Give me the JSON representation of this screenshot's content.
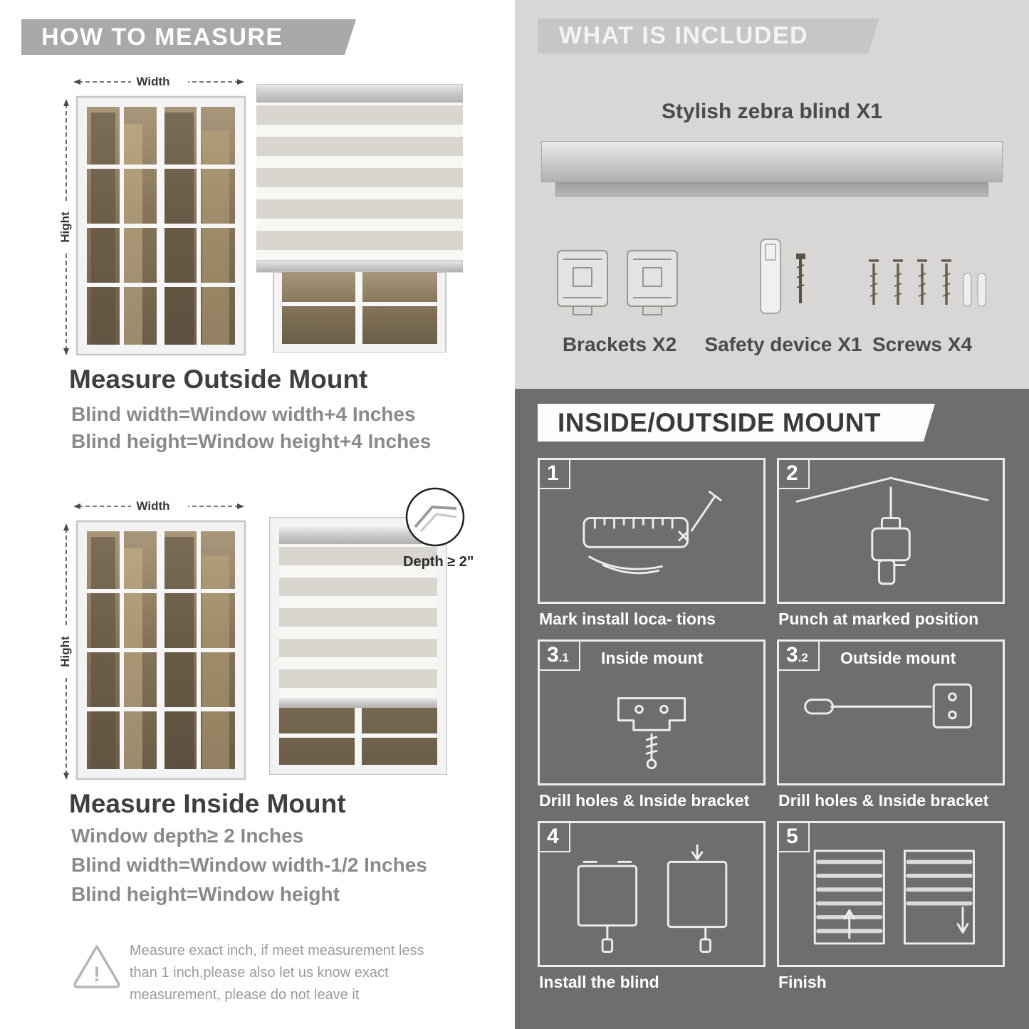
{
  "colors": {
    "howto_banner_bg": "#a9a9a9",
    "included_section_bg": "#d8d7d5",
    "included_banner_bg": "#c7c6c4",
    "dark_section_bg": "#6e6e6e",
    "heading_text": "#3f3f3f",
    "formula_text": "#8a8a8a"
  },
  "measure": {
    "banner": "HOW TO MEASURE",
    "width_label": "Width",
    "height_label": "Hight",
    "outside": {
      "heading": "Measure Outside Mount",
      "lines": [
        "Blind width=Window width+4 Inches",
        "Blind height=Window height+4 Inches"
      ]
    },
    "inside": {
      "heading": "Measure Inside Mount",
      "depth_callout": "Depth ≥ 2\"",
      "lines": [
        "Window depth≥ 2 Inches",
        "Blind width=Window width-1/2 Inches",
        "Blind height=Window height"
      ]
    },
    "warning": {
      "icon": "!",
      "text": "Measure exact inch, if meet measurement less than 1 inch,please also let us know exact measurement, please do not leave it"
    }
  },
  "included": {
    "banner": "WHAT IS INCLUDED",
    "blind_label": "Stylish zebra blind X1",
    "parts": [
      {
        "label": "Brackets X2"
      },
      {
        "label": "Safety device X1"
      },
      {
        "label": "Screws X4"
      }
    ]
  },
  "mount": {
    "banner": "INSIDE/OUTSIDE MOUNT",
    "steps": [
      {
        "num": "1",
        "caption": "Mark install loca- tions"
      },
      {
        "num": "2",
        "caption": "Punch at marked position"
      },
      {
        "num": "3",
        "sub": ".1",
        "title": "Inside mount",
        "caption": "Drill holes & Inside bracket"
      },
      {
        "num": "3",
        "sub": ".2",
        "title": "Outside mount",
        "caption": "Drill holes & Inside bracket"
      },
      {
        "num": "4",
        "caption": "Install the blind"
      },
      {
        "num": "5",
        "caption": "Finish"
      }
    ]
  }
}
